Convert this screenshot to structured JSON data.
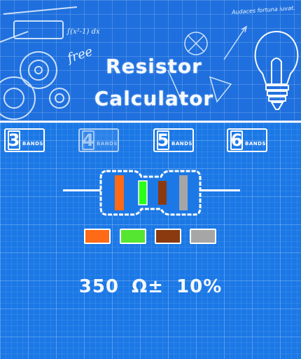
{
  "header": {
    "title_line1": "Resistor",
    "title_line2": "Calculator",
    "free_label": "free",
    "motto": "Audaces fortuna iuvat."
  },
  "band_options": [
    {
      "number": "3",
      "label": "BANDS",
      "selected": false
    },
    {
      "number": "4",
      "label": "BANDS",
      "selected": true
    },
    {
      "number": "5",
      "label": "BANDS",
      "selected": false
    },
    {
      "number": "6",
      "label": "BANDS",
      "selected": false
    }
  ],
  "resistor": {
    "band_colors": [
      "#ff6a16",
      "#2bff19",
      "#8b3a10",
      "#a6a6a6"
    ]
  },
  "color_swatches": [
    {
      "name": "orange",
      "color": "#ff6a16"
    },
    {
      "name": "green",
      "color": "#54e630"
    },
    {
      "name": "brown",
      "color": "#8b3a10"
    },
    {
      "name": "gray",
      "color": "#a6a6a6"
    }
  ],
  "result": {
    "value": "350",
    "unit": "Ω±",
    "tolerance": "10%"
  }
}
